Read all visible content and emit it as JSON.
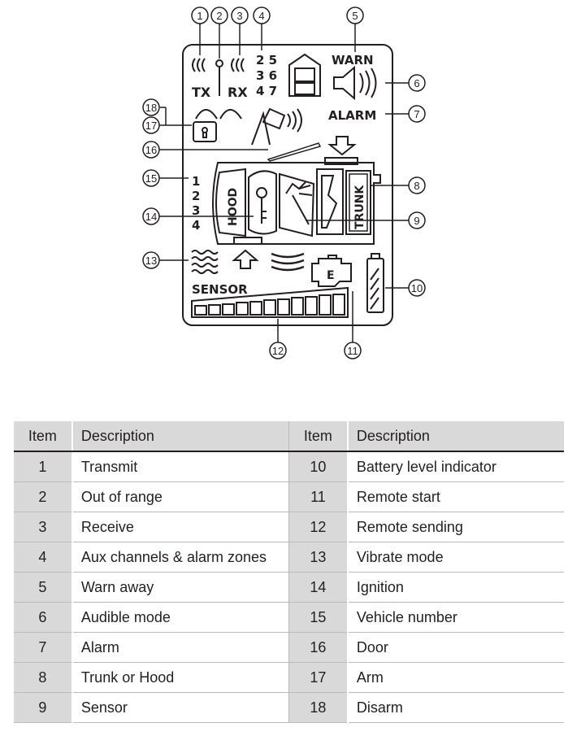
{
  "lcd": {
    "tx": "TX",
    "rx": "RX",
    "zones": [
      "2 5",
      "3 6",
      "4 7"
    ],
    "warn": "WARN",
    "alarm": "ALARM",
    "vehicle_numbers": [
      "1",
      "2",
      "3",
      "4"
    ],
    "hood": "HOOD",
    "trunk": "TRUNK",
    "sensor": "SENSOR",
    "engine_letter": "E"
  },
  "callouts": [
    "1",
    "2",
    "3",
    "4",
    "5",
    "6",
    "7",
    "8",
    "9",
    "10",
    "11",
    "12",
    "13",
    "14",
    "15",
    "16",
    "17",
    "18"
  ],
  "table": {
    "headers": [
      "Item",
      "Description",
      "Item",
      "Description"
    ],
    "rows": [
      {
        "item_a": "1",
        "desc_a": "Transmit",
        "item_b": "10",
        "desc_b": "Battery level indicator"
      },
      {
        "item_a": "2",
        "desc_a": "Out of range",
        "item_b": "11",
        "desc_b": "Remote start"
      },
      {
        "item_a": "3",
        "desc_a": "Receive",
        "item_b": "12",
        "desc_b": "Remote sending"
      },
      {
        "item_a": "4",
        "desc_a": "Aux channels & alarm zones",
        "item_b": "13",
        "desc_b": "Vibrate mode"
      },
      {
        "item_a": "5",
        "desc_a": "Warn away",
        "item_b": "14",
        "desc_b": "Ignition"
      },
      {
        "item_a": "6",
        "desc_a": "Audible mode",
        "item_b": "15",
        "desc_b": "Vehicle number"
      },
      {
        "item_a": "7",
        "desc_a": "Alarm",
        "item_b": "16",
        "desc_b": "Door"
      },
      {
        "item_a": "8",
        "desc_a": "Trunk or Hood",
        "item_b": "17",
        "desc_b": "Arm"
      },
      {
        "item_a": "9",
        "desc_a": "Sensor",
        "item_b": "18",
        "desc_b": "Disarm"
      }
    ]
  }
}
